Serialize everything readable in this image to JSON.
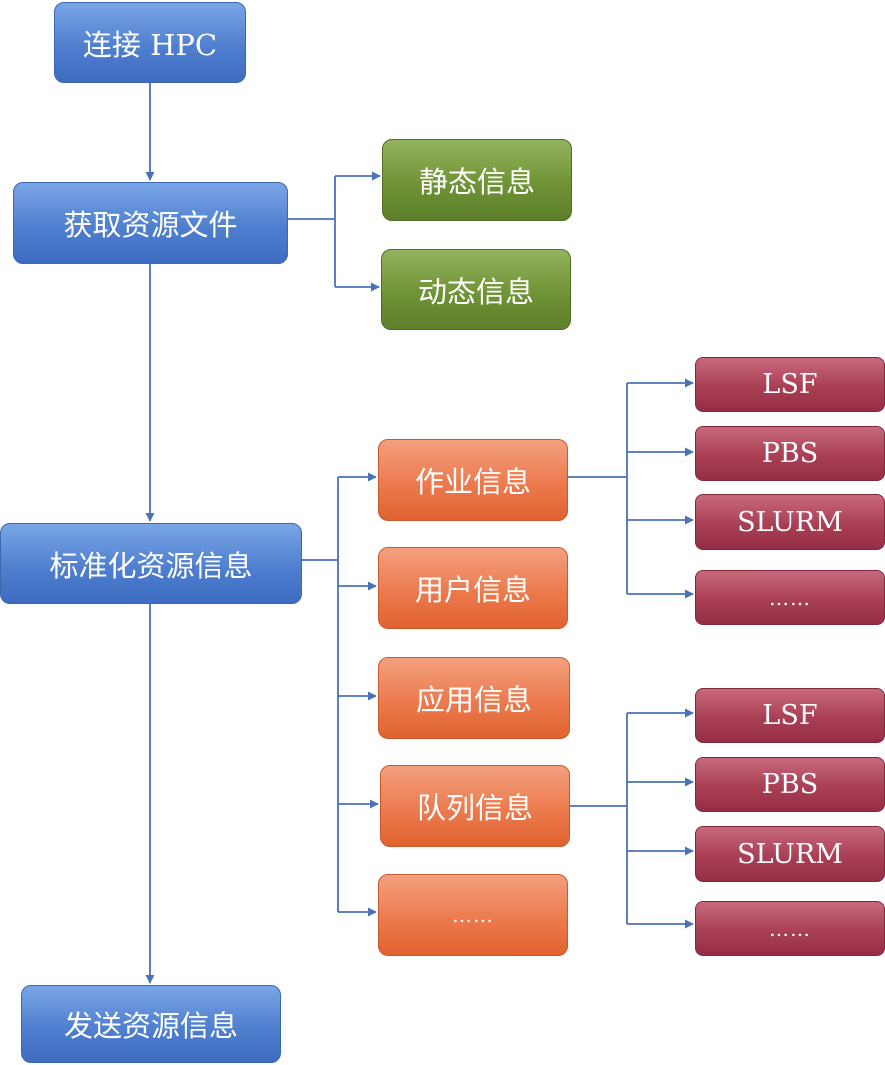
{
  "main_flow": {
    "connect": "连接 HPC",
    "fetch": "获取资源文件",
    "normalize": "标准化资源信息",
    "send": "发送资源信息"
  },
  "resource_files": {
    "static": "静态信息",
    "dynamic": "动态信息"
  },
  "normalized_info": {
    "job": "作业信息",
    "user": "用户信息",
    "app": "应用信息",
    "queue": "队列信息",
    "more": "……"
  },
  "job_schedulers": [
    "LSF",
    "PBS",
    "SLURM",
    "……"
  ],
  "queue_schedulers": [
    "LSF",
    "PBS",
    "SLURM",
    "……"
  ],
  "colors": {
    "main": "#4f7fcf",
    "resource_files": "#6f9336",
    "normalized_info": "#ec7a4e",
    "schedulers": "#a93f55",
    "connector": "#4a72b8"
  }
}
